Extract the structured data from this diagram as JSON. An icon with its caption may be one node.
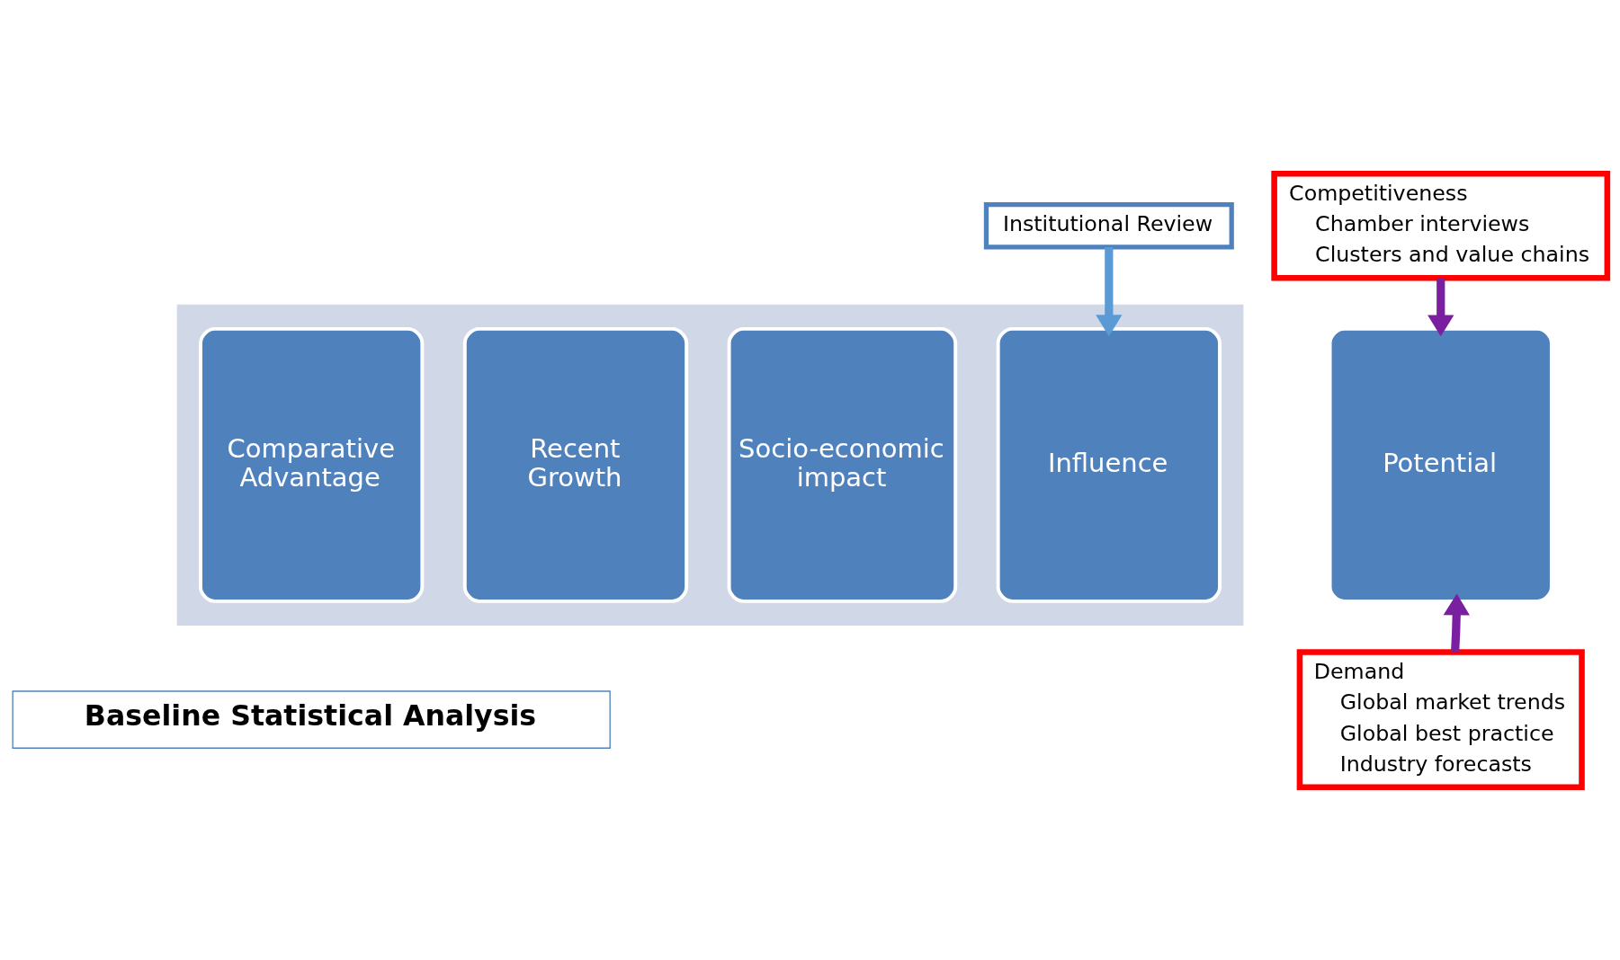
{
  "diagram": {
    "nodes": [
      {
        "text": [],
        "shape": "arrow"
      },
      {
        "text": [
          "Comparative Advantage"
        ],
        "in": 0
      },
      {
        "text": [
          "Recent Growth"
        ],
        "in": 0
      },
      {
        "text": [
          "Socio-economic impact"
        ],
        "in": 0
      },
      {
        "text": [
          "Influence"
        ],
        "in": 0
      },
      {
        "text": [
          "Potential"
        ]
      },
      {
        "text": [
          "Institutional Review"
        ]
      },
      {
        "text": [
          "Competitiveness",
          "Chamber interviews",
          "Clusters and value chains"
        ]
      },
      {
        "text": [
          "Demand",
          "Global market trends",
          "Global best practice",
          "Industry forecasts"
        ]
      },
      {
        "text": [
          "Baseline Statistical Analysis"
        ]
      }
    ],
    "edges": [
      {
        "from": 6,
        "to": 4,
        "arrow": "to",
        "color": "#5b9bd5"
      },
      {
        "from": 7,
        "to": 5,
        "arrow": "to"
      },
      {
        "from": 8,
        "to": 5,
        "arrow": "to"
      }
    ]
  }
}
